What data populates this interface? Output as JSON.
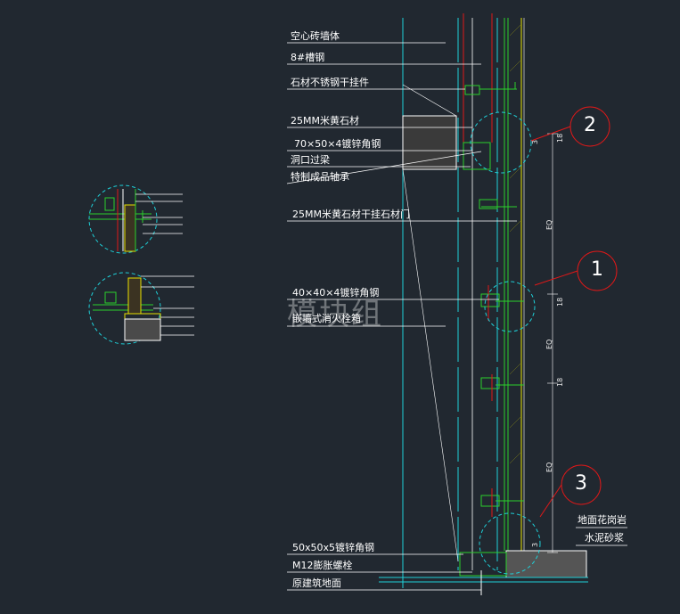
{
  "colors": {
    "background": "#212830",
    "line_white": "#ffffff",
    "line_green": "#2bd12b",
    "line_cyan": "#1fd0d8",
    "line_red": "#e01818",
    "line_yellow": "#e8e000",
    "line_magenta": "#d020d0"
  },
  "labels": {
    "hollow_brick_wall": "空心砖墙体",
    "channel_steel": "8#槽钢",
    "stone_hanger": "石材不锈钢干挂件",
    "stone_25mm": "25MM米黄石材",
    "angle_steel_70": "70×50×4镀锌角钢",
    "opening_lintel": "洞口过梁",
    "special_door_axis": "特制成品轴承",
    "stone_door_25mm": "25MM米黄石材干挂石材门",
    "angle_steel_40": "40×40×4镀锌角钢",
    "fire_hydrant": "嵌墙式消火栓箱",
    "angle_steel_50": "50x50x5镀锌角钢",
    "expansion_bolt": "M12膨胀螺栓",
    "original_floor": "原建筑地面",
    "floor_granite": "地面花岗岩",
    "cement_mortar": "水泥砂浆"
  },
  "detail_tags": {
    "tag1": "1",
    "tag2": "2",
    "tag3": "3"
  },
  "dimensions": {
    "eq_1": "EQ",
    "eq_2": "EQ",
    "eq_3": "EQ",
    "d_18a": "18",
    "d_18b": "18",
    "d_18c": "18",
    "d_3a": "3",
    "d_3b": "3"
  },
  "watermark": "模块组"
}
